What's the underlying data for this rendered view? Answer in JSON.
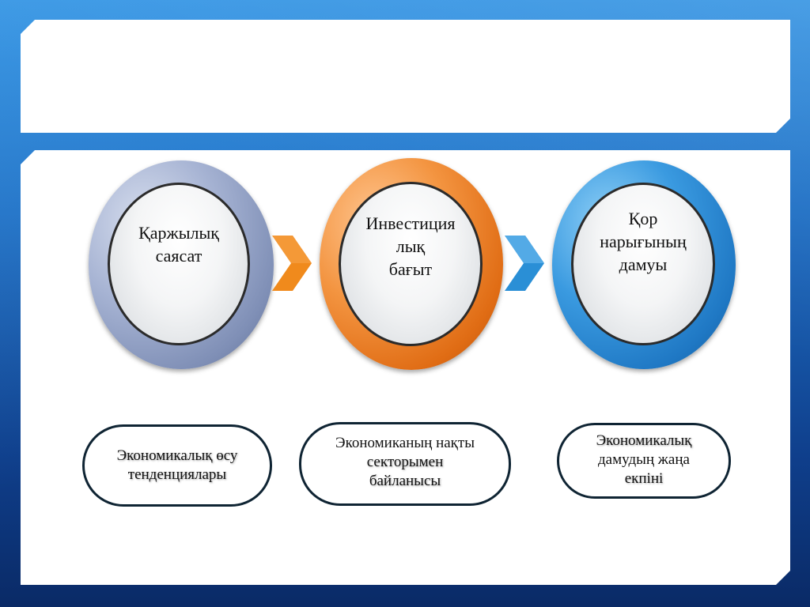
{
  "colors": {
    "ring1": "#8b9bc2",
    "ring2": "#e9781e",
    "ring3": "#1f7cc8",
    "chevron1": "#f08a1c",
    "chevron2": "#2a8fd6",
    "pill_border": "#0f2433"
  },
  "stages": [
    {
      "label": "Қаржылық\nсаясат"
    },
    {
      "label": "Инвестиция\nлық\nбағыт"
    },
    {
      "label": "Қор\nнарығының\nдамуы"
    }
  ],
  "outcomes": [
    {
      "line1": "Экономикалық өсу",
      "line2": "тенденциялары",
      "line3": ""
    },
    {
      "line1": "Экономиканың нақты",
      "line2": "секторымен",
      "line3": "байланысы"
    },
    {
      "line1": "Экономикалық",
      "line2": "дамудың жаңа",
      "line3": "екпіні"
    }
  ]
}
